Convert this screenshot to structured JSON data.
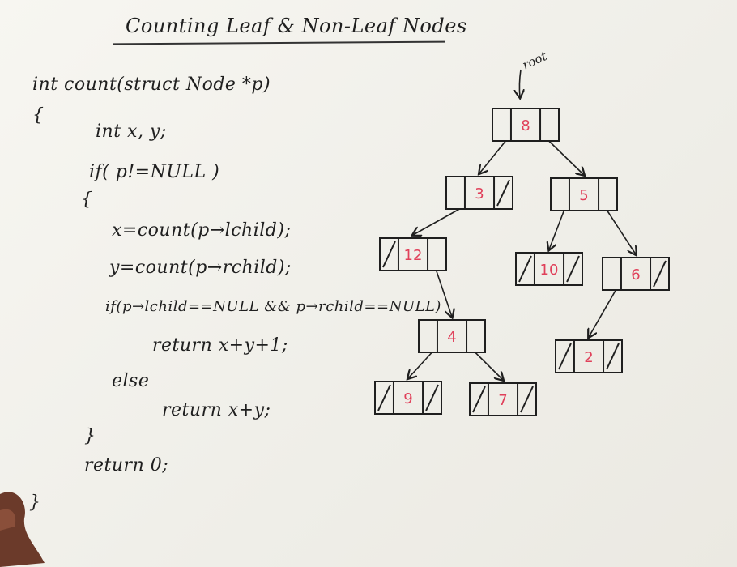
{
  "title": "Counting Leaf & Non-Leaf Nodes",
  "code_lines": [
    "int count(struct Node *p)",
    "{",
    "int x, y;",
    "if( p!=NULL )",
    "{",
    "x=count(p→lchild);",
    "y=count(p→rchild);",
    "if(p→lchild==NULL && p→rchild==NULL)",
    "return x+y+1;",
    "else",
    "return x+y;",
    "}",
    "return 0;",
    "}"
  ],
  "tree": {
    "root_label": "root",
    "nodes": [
      {
        "id": "n8",
        "value": "8"
      },
      {
        "id": "n3",
        "value": "3",
        "right_null": true
      },
      {
        "id": "n5",
        "value": "5"
      },
      {
        "id": "n12",
        "value": "12",
        "left_null": true
      },
      {
        "id": "n4",
        "value": "4"
      },
      {
        "id": "n10",
        "value": "10",
        "left_null": true,
        "right_null": true
      },
      {
        "id": "n6",
        "value": "6",
        "right_null": true
      },
      {
        "id": "n2",
        "value": "2",
        "left_null": true,
        "right_null": true
      },
      {
        "id": "n9",
        "value": "9",
        "left_null": true,
        "right_null": true
      },
      {
        "id": "n7",
        "value": "7",
        "left_null": true,
        "right_null": true
      }
    ],
    "edges": [
      [
        "n8",
        "n3"
      ],
      [
        "n8",
        "n5"
      ],
      [
        "n3",
        "n12"
      ],
      [
        "n12",
        "n4"
      ],
      [
        "n4",
        "n9"
      ],
      [
        "n4",
        "n7"
      ],
      [
        "n5",
        "n10"
      ],
      [
        "n5",
        "n6"
      ],
      [
        "n6",
        "n2"
      ]
    ]
  }
}
